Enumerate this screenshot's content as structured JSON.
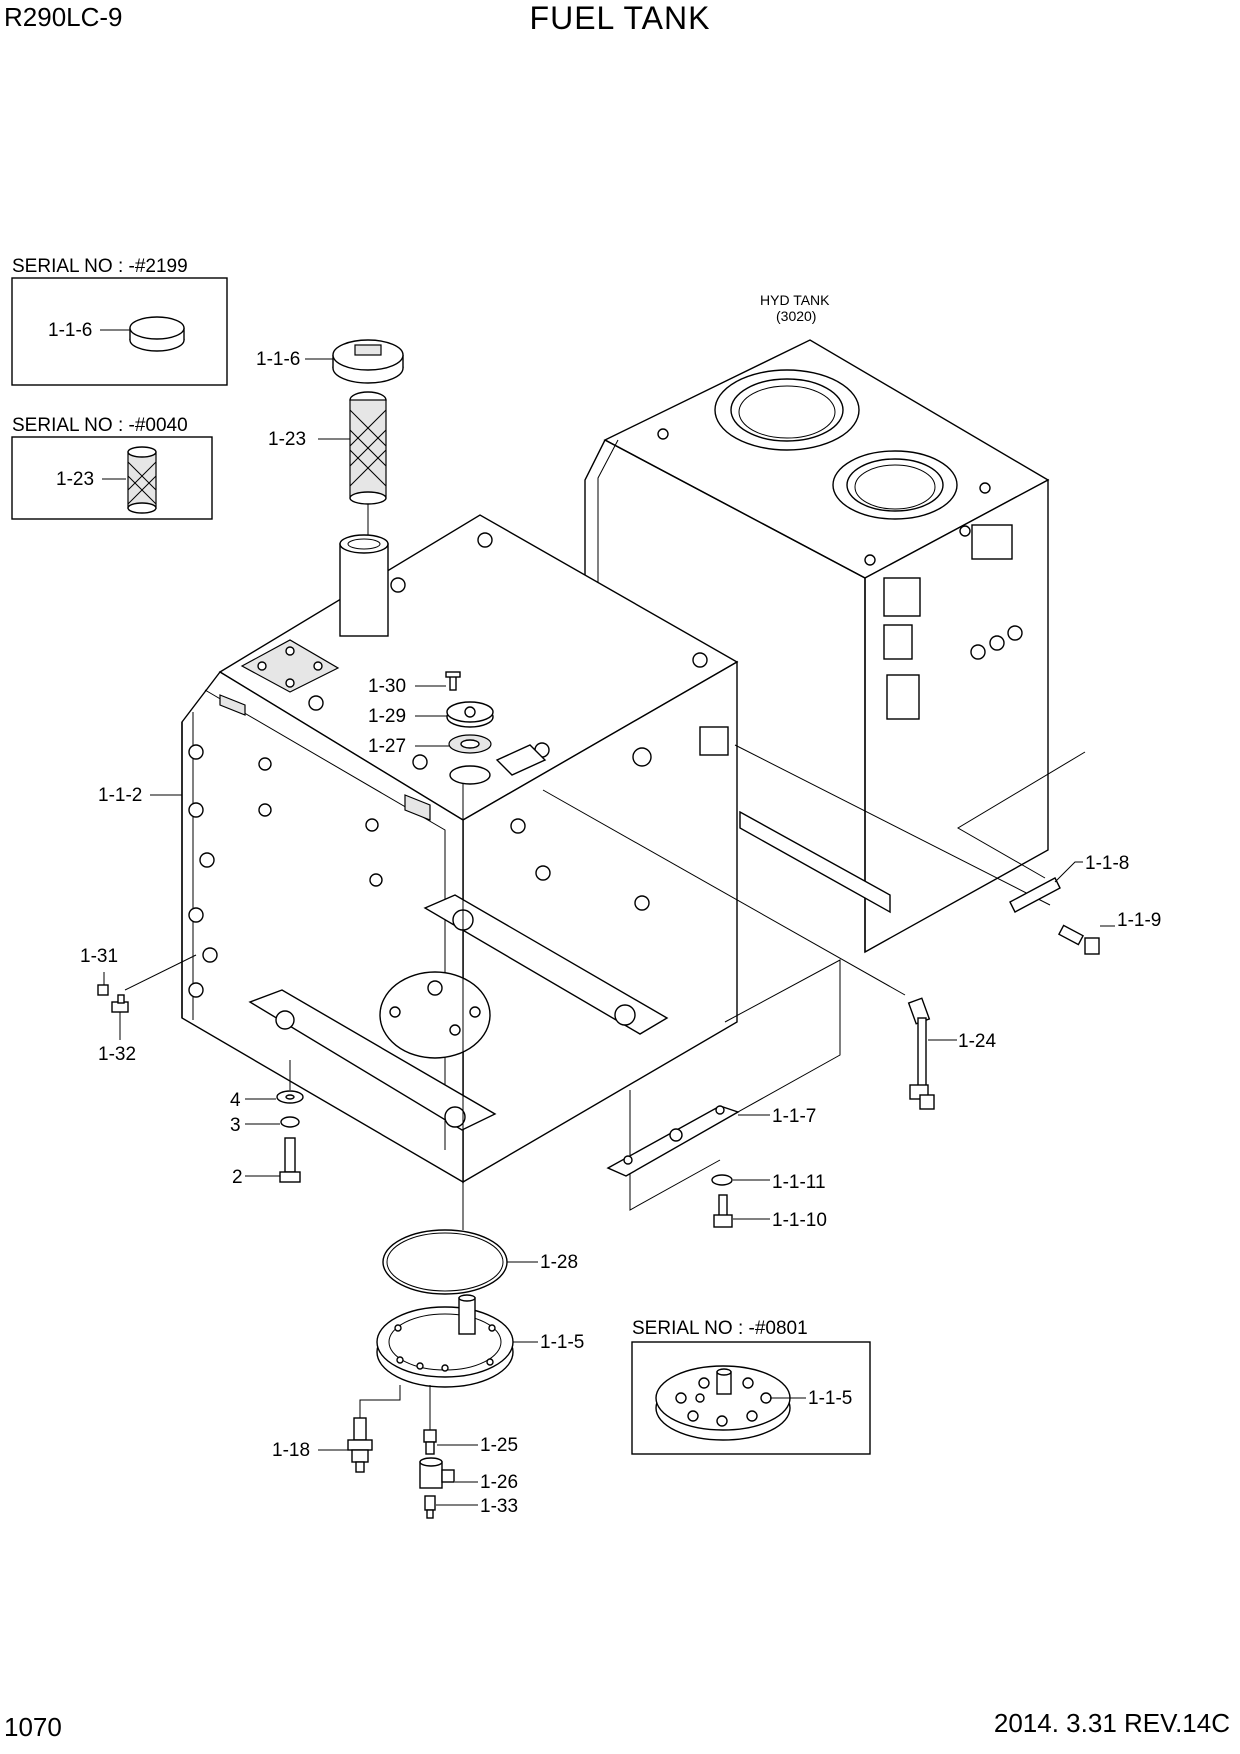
{
  "header": {
    "model": "R290LC-9",
    "title": "FUEL TANK",
    "page_number": "1070",
    "revision": "2014. 3.31  REV.14C"
  },
  "insets": [
    {
      "serial": "SERIAL NO : -#2199",
      "part": "1-1-6"
    },
    {
      "serial": "SERIAL NO : -#0040",
      "part": "1-23"
    },
    {
      "serial": "SERIAL NO : -#0801",
      "part": "1-1-5"
    }
  ],
  "hyd_tank": {
    "label": "HYD TANK",
    "code": "(3020)"
  },
  "callouts": {
    "c_1_1_6": "1-1-6",
    "c_1_23": "1-23",
    "c_1_30": "1-30",
    "c_1_29": "1-29",
    "c_1_27": "1-27",
    "c_1_1_2": "1-1-2",
    "c_1_31": "1-31",
    "c_1_32": "1-32",
    "c_4": "4",
    "c_3": "3",
    "c_2": "2",
    "c_1_1_8": "1-1-8",
    "c_1_1_9": "1-1-9",
    "c_1_24": "1-24",
    "c_1_1_7": "1-1-7",
    "c_1_1_11": "1-1-11",
    "c_1_1_10": "1-1-10",
    "c_1_28": "1-28",
    "c_1_1_5": "1-1-5",
    "c_1_18": "1-18",
    "c_1_25": "1-25",
    "c_1_26": "1-26",
    "c_1_33": "1-33"
  }
}
